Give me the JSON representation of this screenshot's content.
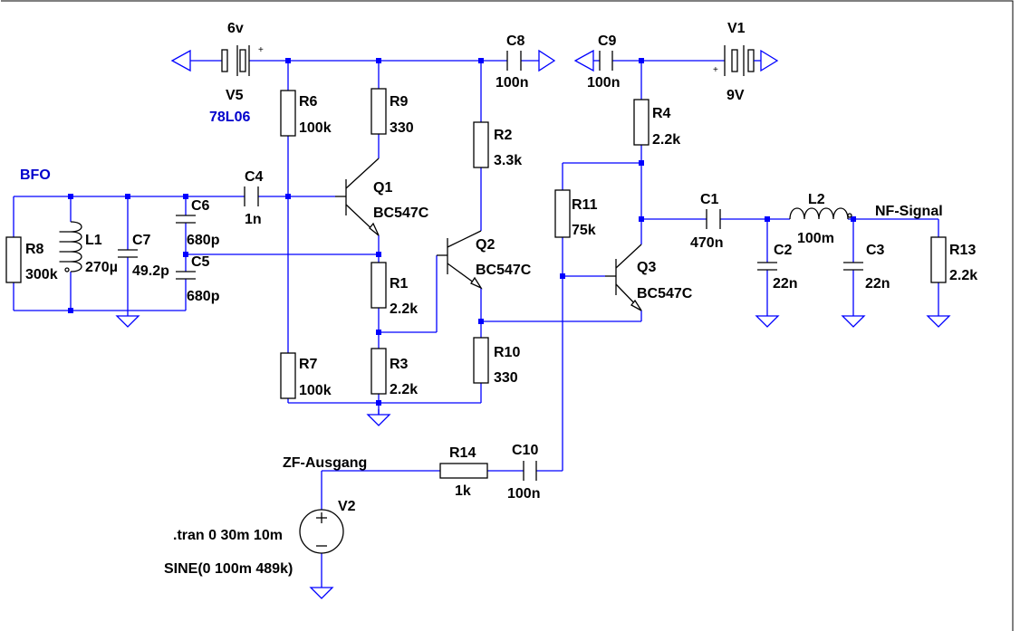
{
  "labels": {
    "v5_value": "6v",
    "v5_name": "V5",
    "regulator": "78L06",
    "v1_name": "V1",
    "v1_value": "9V",
    "c8_name": "C8",
    "c8_value": "100n",
    "c9_name": "C9",
    "c9_value": "100n",
    "r6_name": "R6",
    "r6_value": "100k",
    "r9_name": "R9",
    "r9_value": "330",
    "r2_name": "R2",
    "r2_value": "3.3k",
    "r4_name": "R4",
    "r4_value": "2.2k",
    "bfo": "BFO",
    "c4_name": "C4",
    "c4_value": "1n",
    "q1_name": "Q1",
    "q1_value": "BC547C",
    "q2_name": "Q2",
    "q2_value": "BC547C",
    "q3_name": "Q3",
    "q3_value": "BC547C",
    "c6_name": "C6",
    "c6_value": "680p",
    "c5_name": "C5",
    "c5_value": "680p",
    "r8_name": "R8",
    "r8_value": "300k",
    "l1_name": "L1",
    "l1_value": "270µ",
    "c7_name": "C7",
    "c7_value": "49.2p",
    "r11_name": "R11",
    "r11_value": "75k",
    "c1_name": "C1",
    "c1_value": "470n",
    "l2_name": "L2",
    "l2_value": "100m",
    "nf_signal": "NF-Signal",
    "c2_name": "C2",
    "c2_value": "22n",
    "c3_name": "C3",
    "c3_value": "22n",
    "r13_name": "R13",
    "r13_value": "2.2k",
    "r1_name": "R1",
    "r1_value": "2.2k",
    "r3_name": "R3",
    "r3_value": "2.2k",
    "r7_name": "R7",
    "r7_value": "100k",
    "r10_name": "R10",
    "r10_value": "330",
    "zf_ausgang": "ZF-Ausgang",
    "r14_name": "R14",
    "r14_value": "1k",
    "c10_name": "C10",
    "c10_value": "100n",
    "v2_name": "V2",
    "tran": ".tran 0 30m 10m",
    "sine": "SINE(0 100m 489k)",
    "plus": "+"
  }
}
